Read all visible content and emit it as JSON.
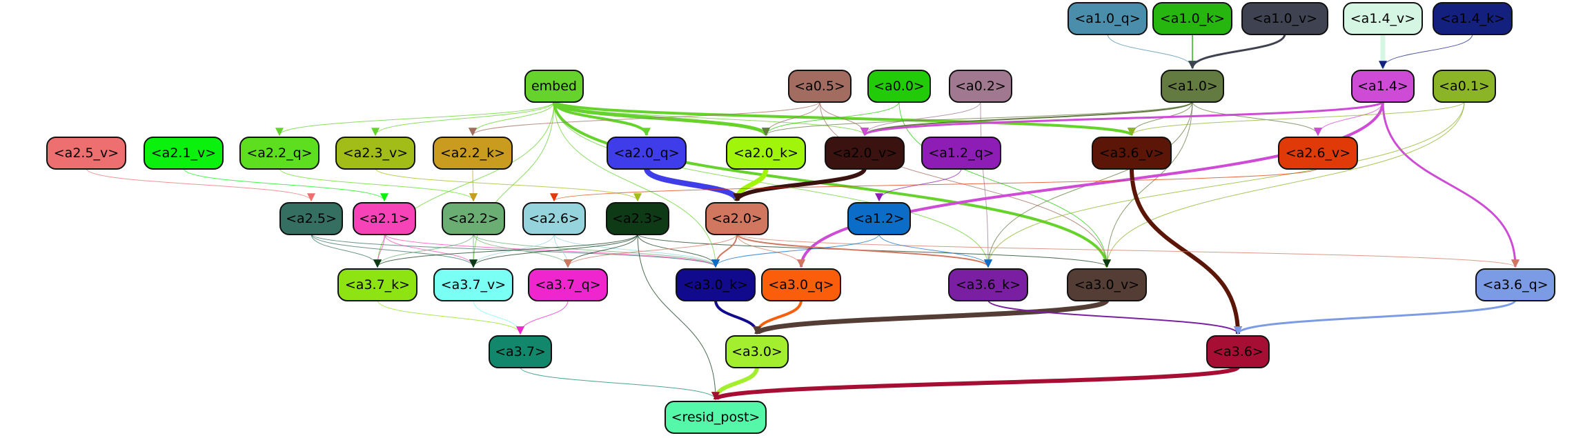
{
  "nodes": [
    {
      "id": "a1.0_q",
      "label": "<a1.0_q>",
      "color": "#4a8eab"
    },
    {
      "id": "a1.0_k",
      "label": "<a1.0_k>",
      "color": "#27b60f"
    },
    {
      "id": "a1.0_v",
      "label": "<a1.0_v>",
      "color": "#3f4351"
    },
    {
      "id": "a1.4_v",
      "label": "<a1.4_v>",
      "color": "#d6f6e4"
    },
    {
      "id": "a1.4_k",
      "label": "<a1.4_k>",
      "color": "#14207d"
    },
    {
      "id": "embed",
      "label": "embed",
      "color": "#66d22c"
    },
    {
      "id": "a0.5",
      "label": "<a0.5>",
      "color": "#a26c60"
    },
    {
      "id": "a0.0",
      "label": "<a0.0>",
      "color": "#22cb08"
    },
    {
      "id": "a0.2",
      "label": "<a0.2>",
      "color": "#a07890"
    },
    {
      "id": "a1.0",
      "label": "<a1.0>",
      "color": "#637a40"
    },
    {
      "id": "a1.4",
      "label": "<a1.4>",
      "color": "#cd4bd5"
    },
    {
      "id": "a0.1",
      "label": "<a0.1>",
      "color": "#8bb426"
    },
    {
      "id": "a2.5_v",
      "label": "<a2.5_v>",
      "color": "#ee6f6f"
    },
    {
      "id": "a2.1_v",
      "label": "<a2.1_v>",
      "color": "#09f10c"
    },
    {
      "id": "a2.2_q",
      "label": "<a2.2_q>",
      "color": "#5ddf1f"
    },
    {
      "id": "a2.3_v",
      "label": "<a2.3_v>",
      "color": "#a2bc18"
    },
    {
      "id": "a2.2_k",
      "label": "<a2.2_k>",
      "color": "#c99c20"
    },
    {
      "id": "a2.0_q",
      "label": "<a2.0_q>",
      "color": "#3e3de9"
    },
    {
      "id": "a2.0_k",
      "label": "<a2.0_k>",
      "color": "#a0f50a"
    },
    {
      "id": "a2.0_v",
      "label": "<a2.0_v>",
      "color": "#3a1210"
    },
    {
      "id": "a1.2_q",
      "label": "<a1.2_q>",
      "color": "#8d1db4"
    },
    {
      "id": "a3.6_v",
      "label": "<a3.6_v>",
      "color": "#5b1608"
    },
    {
      "id": "a2.6_v",
      "label": "<a2.6_v>",
      "color": "#e03a08"
    },
    {
      "id": "a2.5",
      "label": "<a2.5>",
      "color": "#356f62"
    },
    {
      "id": "a2.1",
      "label": "<a2.1>",
      "color": "#f644b8"
    },
    {
      "id": "a2.2",
      "label": "<a2.2>",
      "color": "#6bae73"
    },
    {
      "id": "a2.6",
      "label": "<a2.6>",
      "color": "#95d4dc"
    },
    {
      "id": "a2.3",
      "label": "<a2.3>",
      "color": "#0e3a16"
    },
    {
      "id": "a2.0",
      "label": "<a2.0>",
      "color": "#d2775f"
    },
    {
      "id": "a1.2",
      "label": "<a1.2>",
      "color": "#0b6dc7"
    },
    {
      "id": "a3.7_k",
      "label": "<a3.7_k>",
      "color": "#8ee312"
    },
    {
      "id": "a3.7_v",
      "label": "<a3.7_v>",
      "color": "#79fff4"
    },
    {
      "id": "a3.7_q",
      "label": "<a3.7_q>",
      "color": "#ef25cd"
    },
    {
      "id": "a3.0_k",
      "label": "<a3.0_k>",
      "color": "#120a8d"
    },
    {
      "id": "a3.0_q",
      "label": "<a3.0_q>",
      "color": "#fb5e0b"
    },
    {
      "id": "a3.6_k",
      "label": "<a3.6_k>",
      "color": "#7a1fa2"
    },
    {
      "id": "a3.0_v",
      "label": "<a3.0_v>",
      "color": "#543d35"
    },
    {
      "id": "a3.6_q",
      "label": "<a3.6_q>",
      "color": "#7b9be5"
    },
    {
      "id": "a3.7",
      "label": "<a3.7>",
      "color": "#12876b"
    },
    {
      "id": "a3.0",
      "label": "<a3.0>",
      "color": "#a3ee2e"
    },
    {
      "id": "a3.6",
      "label": "<a3.6>",
      "color": "#a60e33"
    },
    {
      "id": "resid_post",
      "label": "<resid_post>",
      "color": "#54f8a8"
    }
  ],
  "edges": [
    {
      "from": "a1.0_q",
      "to": "a1.0",
      "color": "#4a8eab",
      "weight": 1
    },
    {
      "from": "a1.0_k",
      "to": "a1.0",
      "color": "#27b60f",
      "weight": 1.5
    },
    {
      "from": "a1.0_v",
      "to": "a1.0",
      "color": "#3f4351",
      "weight": 3
    },
    {
      "from": "a1.4_v",
      "to": "a1.4",
      "color": "#d6f6e4",
      "weight": 7
    },
    {
      "from": "a1.4_k",
      "to": "a1.4",
      "color": "#14207d",
      "weight": 1
    },
    {
      "from": "embed",
      "to": "a2.0_q",
      "color": "#66d22c",
      "weight": 4
    },
    {
      "from": "embed",
      "to": "a2.0_k",
      "color": "#66d22c",
      "weight": 5
    },
    {
      "from": "embed",
      "to": "a3.6_v",
      "color": "#66d22c",
      "weight": 4
    },
    {
      "from": "embed",
      "to": "a3.0_v",
      "color": "#66d22c",
      "weight": 4
    },
    {
      "from": "embed",
      "to": "a2.2_q",
      "color": "#66d22c",
      "weight": 1
    },
    {
      "from": "embed",
      "to": "a2.3_v",
      "color": "#66d22c",
      "weight": 1
    },
    {
      "from": "embed",
      "to": "a2.2_k",
      "color": "#66d22c",
      "weight": 1
    },
    {
      "from": "embed",
      "to": "a2.0_v",
      "color": "#66d22c",
      "weight": 1
    },
    {
      "from": "embed",
      "to": "a3.7_k",
      "color": "#66d22c",
      "weight": 1
    },
    {
      "from": "embed",
      "to": "a3.7_v",
      "color": "#66d22c",
      "weight": 1
    },
    {
      "from": "embed",
      "to": "a3.0_k",
      "color": "#66d22c",
      "weight": 1
    },
    {
      "from": "embed",
      "to": "a3.6_k",
      "color": "#66d22c",
      "weight": 1
    },
    {
      "from": "a0.5",
      "to": "a2.0_k",
      "color": "#a26c60",
      "weight": 1
    },
    {
      "from": "a0.5",
      "to": "a2.0_v",
      "color": "#a26c60",
      "weight": 1
    },
    {
      "from": "a0.5",
      "to": "a2.2_k",
      "color": "#a26c60",
      "weight": 1
    },
    {
      "from": "a0.5",
      "to": "a3.0_v",
      "color": "#a26c60",
      "weight": 1
    },
    {
      "from": "a0.0",
      "to": "a2.0_k",
      "color": "#22cb08",
      "weight": 1
    },
    {
      "from": "a0.0",
      "to": "a3.0_v",
      "color": "#22cb08",
      "weight": 1
    },
    {
      "from": "a0.2",
      "to": "a2.0_v",
      "color": "#a07890",
      "weight": 1
    },
    {
      "from": "a0.2",
      "to": "a3.6_k",
      "color": "#a07890",
      "weight": 1
    },
    {
      "from": "a1.0",
      "to": "a2.0_v",
      "color": "#637a40",
      "weight": 2
    },
    {
      "from": "a1.0",
      "to": "a2.6_v",
      "color": "#637a40",
      "weight": 1
    },
    {
      "from": "a1.0",
      "to": "a3.6_v",
      "color": "#637a40",
      "weight": 1
    },
    {
      "from": "a1.0",
      "to": "a2.0_k",
      "color": "#637a40",
      "weight": 1
    },
    {
      "from": "a1.0",
      "to": "a3.0_v",
      "color": "#637a40",
      "weight": 1
    },
    {
      "from": "a1.0",
      "to": "a3.6_k",
      "color": "#637a40",
      "weight": 1
    },
    {
      "from": "a1.4",
      "to": "a2.0_v",
      "color": "#cd4bd5",
      "weight": 3
    },
    {
      "from": "a1.4",
      "to": "a3.0_q",
      "color": "#cd4bd5",
      "weight": 4
    },
    {
      "from": "a1.4",
      "to": "a3.6_q",
      "color": "#cd4bd5",
      "weight": 3
    },
    {
      "from": "a1.4",
      "to": "a2.6_v",
      "color": "#cd4bd5",
      "weight": 1
    },
    {
      "from": "a0.1",
      "to": "a3.6_v",
      "color": "#8bb426",
      "weight": 1
    },
    {
      "from": "a0.1",
      "to": "a3.0_v",
      "color": "#8bb426",
      "weight": 1
    },
    {
      "from": "a0.1",
      "to": "a3.6_k",
      "color": "#8bb426",
      "weight": 1
    },
    {
      "from": "a2.5_v",
      "to": "a2.5",
      "color": "#ee6f6f",
      "weight": 1
    },
    {
      "from": "a2.1_v",
      "to": "a2.1",
      "color": "#09f10c",
      "weight": 1
    },
    {
      "from": "a2.2_q",
      "to": "a2.2",
      "color": "#5ddf1f",
      "weight": 1
    },
    {
      "from": "a2.3_v",
      "to": "a2.3",
      "color": "#a2bc18",
      "weight": 1
    },
    {
      "from": "a2.2_k",
      "to": "a2.2",
      "color": "#c99c20",
      "weight": 1
    },
    {
      "from": "a2.0_q",
      "to": "a2.0",
      "color": "#3e3de9",
      "weight": 8
    },
    {
      "from": "a2.0_k",
      "to": "a2.0",
      "color": "#a0f50a",
      "weight": 7
    },
    {
      "from": "a2.0_v",
      "to": "a2.0",
      "color": "#3a1210",
      "weight": 6
    },
    {
      "from": "a1.2_q",
      "to": "a1.2",
      "color": "#8d1db4",
      "weight": 1
    },
    {
      "from": "a3.6_v",
      "to": "a3.6",
      "color": "#5b1608",
      "weight": 6
    },
    {
      "from": "a2.6_v",
      "to": "a2.6",
      "color": "#e03a08",
      "weight": 1
    },
    {
      "from": "a2.5",
      "to": "a3.7_k",
      "color": "#356f62",
      "weight": 1
    },
    {
      "from": "a2.5",
      "to": "a3.7_v",
      "color": "#356f62",
      "weight": 1
    },
    {
      "from": "a2.5",
      "to": "a3.0_k",
      "color": "#356f62",
      "weight": 1
    },
    {
      "from": "a2.1",
      "to": "a3.7_k",
      "color": "#f644b8",
      "weight": 1
    },
    {
      "from": "a2.1",
      "to": "a3.7_v",
      "color": "#f644b8",
      "weight": 1
    },
    {
      "from": "a2.1",
      "to": "a3.0_k",
      "color": "#f644b8",
      "weight": 1
    },
    {
      "from": "a2.2",
      "to": "a3.7_k",
      "color": "#6bae73",
      "weight": 1
    },
    {
      "from": "a2.2",
      "to": "a3.7_v",
      "color": "#6bae73",
      "weight": 1
    },
    {
      "from": "a2.2",
      "to": "a3.7_q",
      "color": "#6bae73",
      "weight": 1
    },
    {
      "from": "a2.2",
      "to": "a3.0_k",
      "color": "#6bae73",
      "weight": 1
    },
    {
      "from": "a2.6",
      "to": "a3.7_v",
      "color": "#95d4dc",
      "weight": 1
    },
    {
      "from": "a2.6",
      "to": "a3.7_q",
      "color": "#95d4dc",
      "weight": 1
    },
    {
      "from": "a2.6",
      "to": "a3.0_k",
      "color": "#95d4dc",
      "weight": 1
    },
    {
      "from": "a2.3",
      "to": "a3.7_k",
      "color": "#0e3a16",
      "weight": 1
    },
    {
      "from": "a2.3",
      "to": "a3.7_v",
      "color": "#0e3a16",
      "weight": 1
    },
    {
      "from": "a2.3",
      "to": "a3.7_q",
      "color": "#0e3a16",
      "weight": 1
    },
    {
      "from": "a2.3",
      "to": "a3.0_k",
      "color": "#0e3a16",
      "weight": 1
    },
    {
      "from": "a2.3",
      "to": "a3.0_v",
      "color": "#0e3a16",
      "weight": 1
    },
    {
      "from": "a2.3",
      "to": "resid_post",
      "color": "#0e3a16",
      "weight": 1
    },
    {
      "from": "a2.0",
      "to": "a3.0_k",
      "color": "#d2775f",
      "weight": 2
    },
    {
      "from": "a2.0",
      "to": "a3.0_q",
      "color": "#d2775f",
      "weight": 1
    },
    {
      "from": "a2.0",
      "to": "a3.6_k",
      "color": "#d2775f",
      "weight": 2
    },
    {
      "from": "a2.0",
      "to": "a3.6_q",
      "color": "#d2775f",
      "weight": 1
    },
    {
      "from": "a2.0",
      "to": "a3.7_q",
      "color": "#d2775f",
      "weight": 1
    },
    {
      "from": "a1.2",
      "to": "a3.0_k",
      "color": "#0b6dc7",
      "weight": 1
    },
    {
      "from": "a1.2",
      "to": "a3.6_k",
      "color": "#0b6dc7",
      "weight": 1
    },
    {
      "from": "a3.7_k",
      "to": "a3.7",
      "color": "#8ee312",
      "weight": 1
    },
    {
      "from": "a3.7_v",
      "to": "a3.7",
      "color": "#79fff4",
      "weight": 1
    },
    {
      "from": "a3.7_q",
      "to": "a3.7",
      "color": "#ef25cd",
      "weight": 1
    },
    {
      "from": "a3.0_k",
      "to": "a3.0",
      "color": "#120a8d",
      "weight": 4
    },
    {
      "from": "a3.0_q",
      "to": "a3.0",
      "color": "#fb5e0b",
      "weight": 4
    },
    {
      "from": "a3.0_v",
      "to": "a3.0",
      "color": "#543d35",
      "weight": 7
    },
    {
      "from": "a3.6_k",
      "to": "a3.6",
      "color": "#7a1fa2",
      "weight": 2
    },
    {
      "from": "a3.6_q",
      "to": "a3.6",
      "color": "#7b9be5",
      "weight": 3
    },
    {
      "from": "a3.7",
      "to": "resid_post",
      "color": "#12876b",
      "weight": 1
    },
    {
      "from": "a3.0",
      "to": "resid_post",
      "color": "#a3ee2e",
      "weight": 6
    },
    {
      "from": "a3.6",
      "to": "resid_post",
      "color": "#a60e33",
      "weight": 6
    }
  ]
}
